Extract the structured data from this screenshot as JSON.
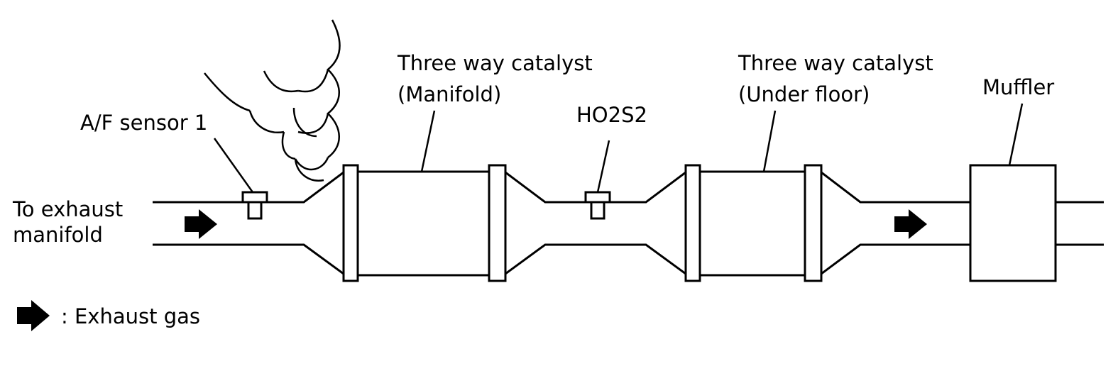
{
  "labels": {
    "inlet_line1": "To exhaust",
    "inlet_line2": "manifold",
    "af_sensor": "A/F sensor 1",
    "catalyst1_line1": "Three way catalyst",
    "catalyst1_line2": "(Manifold)",
    "ho2s2": "HO2S2",
    "catalyst2_line1": "Three way catalyst",
    "catalyst2_line2": "(Under floor)",
    "muffler": "Muffler",
    "legend_text": ": Exhaust gas"
  },
  "colors": {
    "line": "#000000",
    "background": "#ffffff"
  }
}
